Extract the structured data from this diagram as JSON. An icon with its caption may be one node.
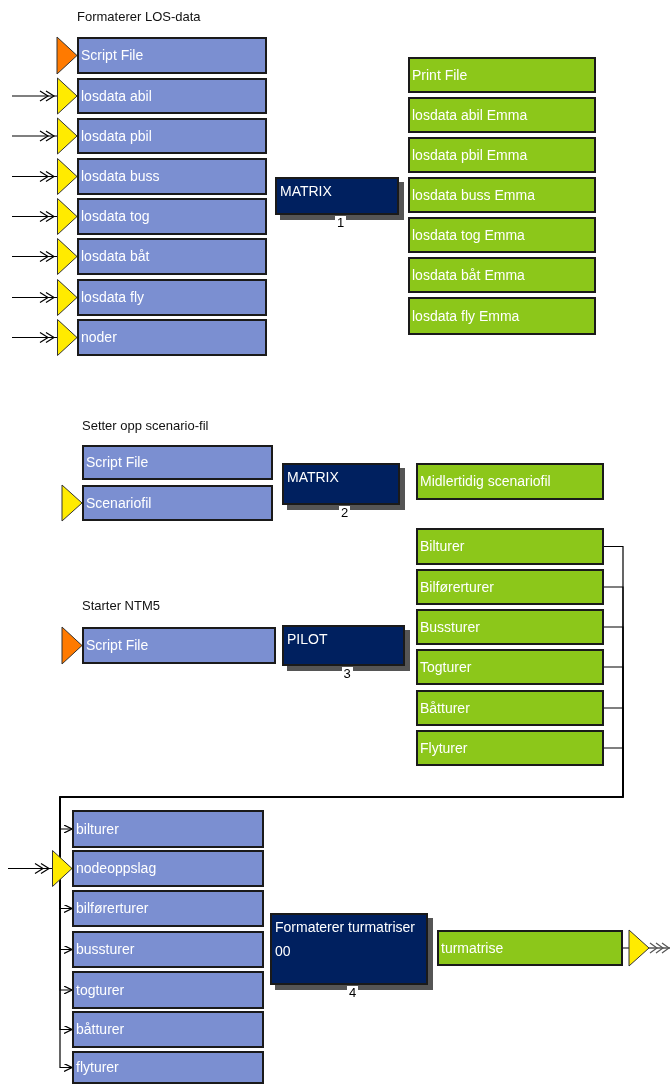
{
  "diagram": {
    "nodes": [
      {
        "text": [
          "Script File"
        ]
      },
      {
        "text": [
          "losdata abil"
        ]
      },
      {
        "text": [
          "losdata pbil"
        ]
      },
      {
        "text": [
          "losdata buss"
        ]
      },
      {
        "text": [
          "losdata tog"
        ]
      },
      {
        "text": [
          "losdata båt"
        ]
      },
      {
        "text": [
          "losdata fly"
        ]
      },
      {
        "text": [
          "noder"
        ]
      },
      {
        "text": [
          "MATRIX"
        ],
        "beside": [
          "1"
        ]
      },
      {
        "text": [
          "Print File"
        ]
      },
      {
        "text": [
          "losdata abil Emma"
        ]
      },
      {
        "text": [
          "losdata pbil Emma"
        ]
      },
      {
        "text": [
          "losdata buss Emma"
        ]
      },
      {
        "text": [
          "losdata tog Emma"
        ]
      },
      {
        "text": [
          "losdata båt Emma"
        ]
      },
      {
        "text": [
          "losdata fly Emma"
        ]
      },
      {
        "text": [
          "Script File"
        ]
      },
      {
        "text": [
          "Scenariofil"
        ]
      },
      {
        "text": [
          "MATRIX"
        ],
        "beside": [
          "2"
        ]
      },
      {
        "text": [
          "Midlertidig scenariofil"
        ]
      },
      {
        "text": [
          "Script File"
        ]
      },
      {
        "text": [
          "PILOT"
        ],
        "beside": [
          "3"
        ]
      },
      {
        "text": [
          "Bilturer"
        ]
      },
      {
        "text": [
          "Bilførerturer"
        ]
      },
      {
        "text": [
          "Bussturer"
        ]
      },
      {
        "text": [
          "Togturer"
        ]
      },
      {
        "text": [
          "Båtturer"
        ]
      },
      {
        "text": [
          "Flyturer"
        ]
      },
      {
        "text": [
          "bilturer"
        ]
      },
      {
        "text": [
          "nodeoppslag"
        ]
      },
      {
        "text": [
          "bilførerturer"
        ]
      },
      {
        "text": [
          "bussturer"
        ]
      },
      {
        "text": [
          "togturer"
        ]
      },
      {
        "text": [
          "båtturer"
        ]
      },
      {
        "text": [
          "flyturer"
        ]
      },
      {
        "text": [
          "Formaterer turmatriser",
          "00"
        ],
        "beside": [
          "4"
        ]
      },
      {
        "text": [
          "turmatrise"
        ]
      }
    ],
    "edges": [
      {
        "from": null,
        "to": 1,
        "arrow": "to"
      },
      {
        "from": null,
        "to": 2,
        "arrow": "to"
      },
      {
        "from": null,
        "to": 3,
        "arrow": "to"
      },
      {
        "from": null,
        "to": 4,
        "arrow": "to"
      },
      {
        "from": null,
        "to": 5,
        "arrow": "to"
      },
      {
        "from": null,
        "to": 6,
        "arrow": "to"
      },
      {
        "from": null,
        "to": 7,
        "arrow": "to"
      },
      {
        "from": 22,
        "to": 28,
        "arrow": "to"
      },
      {
        "from": 23,
        "to": 30,
        "arrow": "to"
      },
      {
        "from": 24,
        "to": 31,
        "arrow": "to"
      },
      {
        "from": 25,
        "to": 32,
        "arrow": "to"
      },
      {
        "from": 26,
        "to": 33,
        "arrow": "to"
      },
      {
        "from": 27,
        "to": 34,
        "arrow": "to"
      },
      {
        "from": null,
        "to": 29,
        "arrow": "to"
      },
      {
        "from": 36,
        "to": null,
        "arrow": "to"
      }
    ],
    "labels": [
      "Formaterer LOS-data",
      "Setter opp scenario-fil",
      "Starter NTM5"
    ]
  }
}
